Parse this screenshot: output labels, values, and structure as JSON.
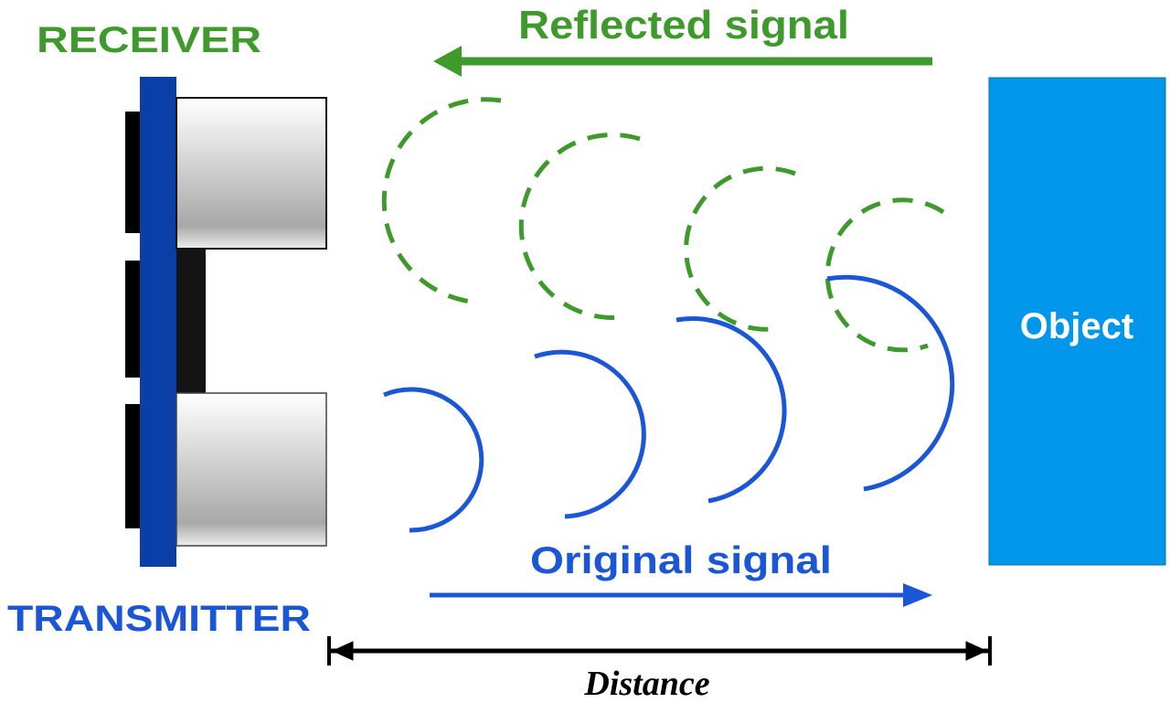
{
  "labels": {
    "receiver": "RECEIVER",
    "transmitter": "TRANSMITTER",
    "reflected_signal": "Reflected signal",
    "original_signal": "Original signal",
    "object": "Object",
    "distance": "Distance"
  },
  "colors": {
    "green": "#3f9a2c",
    "blue": "#1a56d6",
    "board": "#0a3fa8",
    "object": "#0096ea",
    "black": "#111111"
  }
}
